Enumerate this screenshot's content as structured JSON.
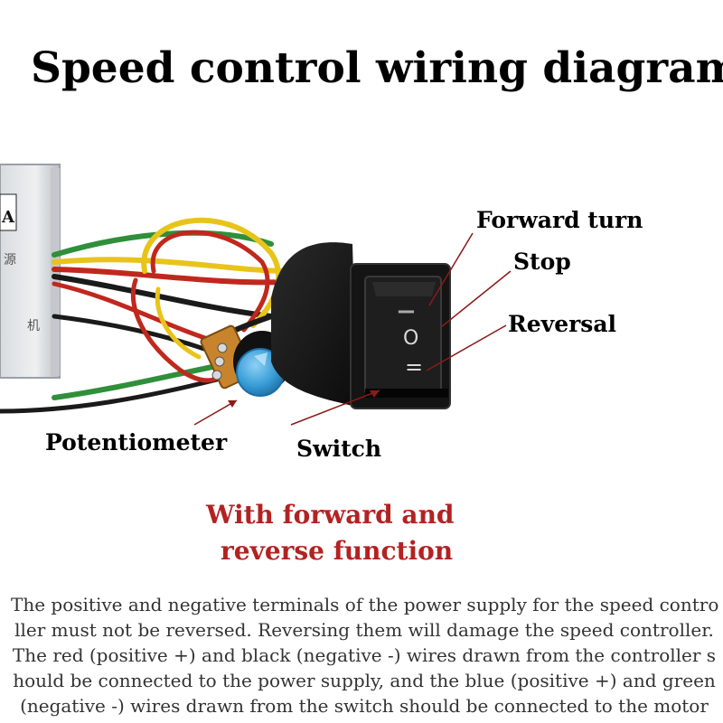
{
  "title": "Speed control wiring diagram",
  "labels": {
    "forward": "Forward turn",
    "stop": "Stop",
    "reversal": "Reversal",
    "potentiometer": "Potentiometer",
    "switch": "Switch"
  },
  "feature": {
    "line1": "With forward and",
    "line2": "reverse function"
  },
  "controller_text": {
    "a": "A",
    "yuan": "源",
    "ji": "机"
  },
  "switch_marks": {
    "top": "▬▬▬",
    "mid": "O",
    "bot": "="
  },
  "note_lines": [
    "The positive and negative terminals of the power supply for the speed contro",
    "ller must not be reversed. Reversing them will damage the speed controller.",
    "The red (positive +) and black (negative -) wires drawn from the controller s",
    "hould be connected to the power supply, and the blue (positive +) and green",
    "(negative -) wires drawn from the switch should be connected to the motor"
  ],
  "colors": {
    "title": "#000000",
    "feature": "#b32222",
    "wire_red": "#c0281e",
    "wire_yellow": "#e8c41a",
    "wire_black": "#1a1a1a",
    "wire_green": "#2f8f3a",
    "knob": "#3a9fd8",
    "pointer": "#8b1a1a"
  }
}
